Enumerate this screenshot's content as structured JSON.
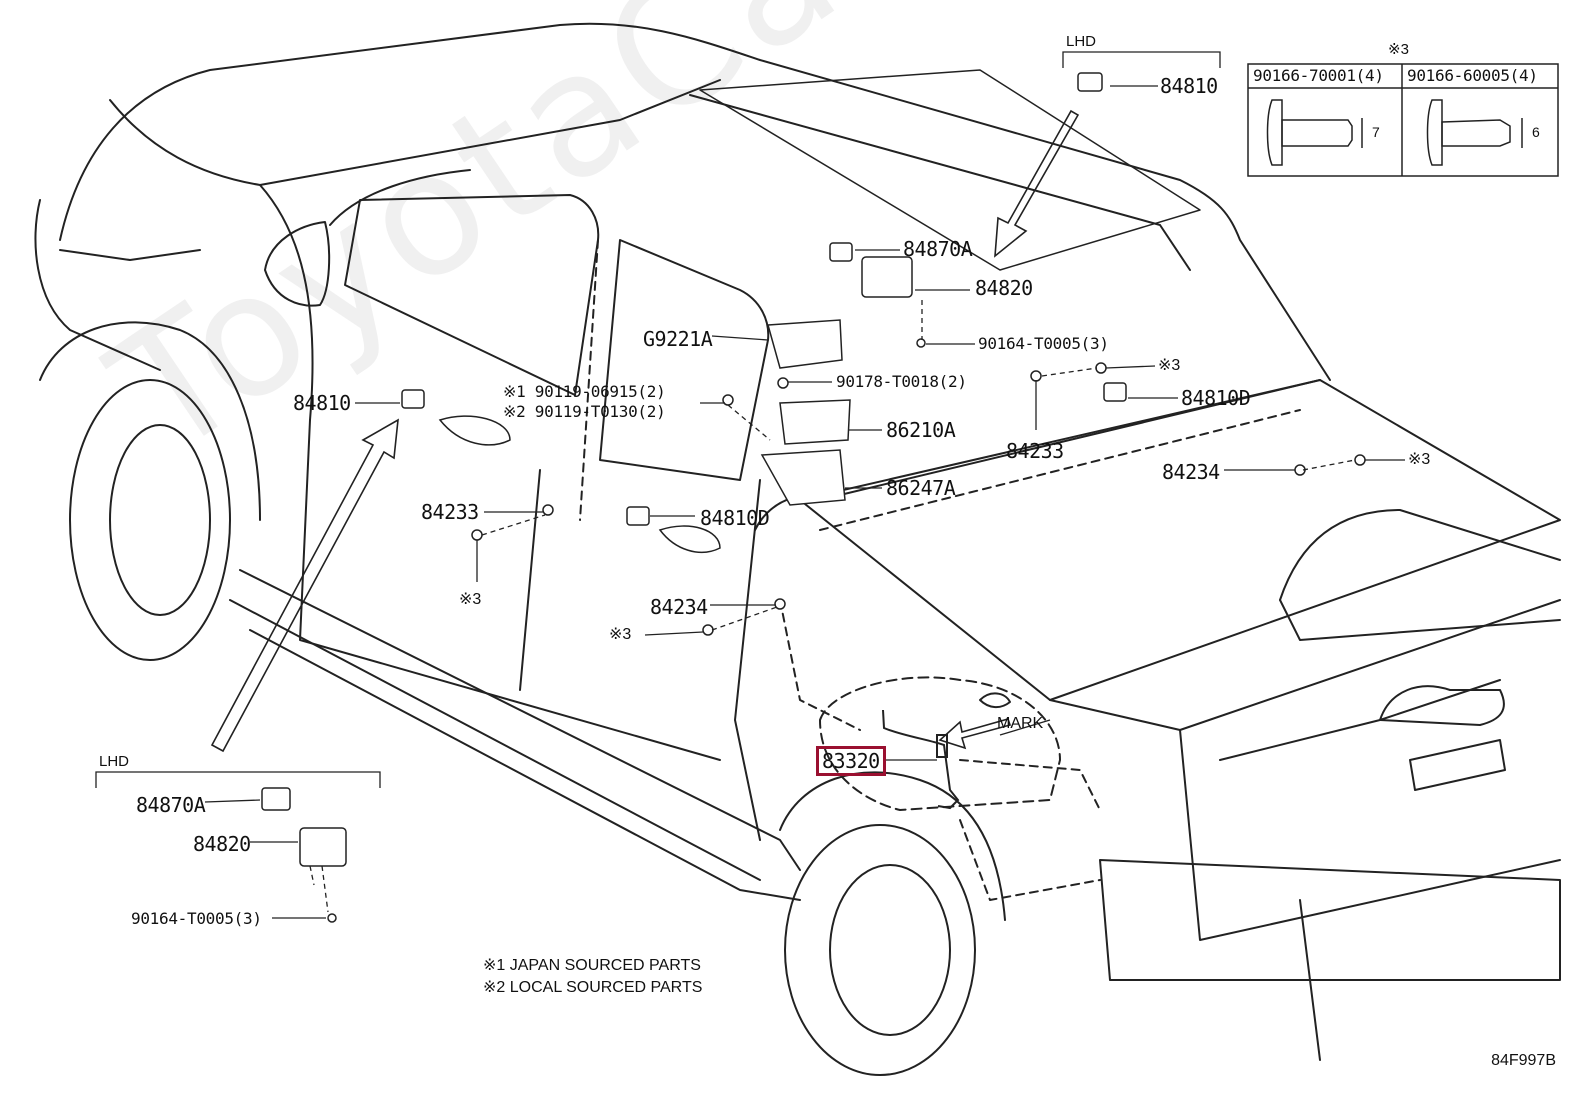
{
  "watermark": "ToyotaCarline.ru",
  "diagram_code": "84F997B",
  "notes": {
    "japan": "※1 JAPAN SOURCED PARTS",
    "local": "※2 LOCAL SOURCED PARTS"
  },
  "bolt_table": {
    "mark": "※3",
    "col1_header": "90166-70001(4)",
    "col2_header": "90166-60005(4)",
    "col1_dim": "7",
    "col2_dim": "6"
  },
  "lhd_top": "LHD",
  "lhd_bottom": "LHD",
  "mark_label": "MARK",
  "highlight_color": "#9a1030",
  "labels": {
    "p84810_top": "84810",
    "p84870A_top": "84870A",
    "p84820_top": "84820",
    "p90164_top": "90164-T0005(3)",
    "pG9221A": "G9221A",
    "p90178": "90178-T0018(2)",
    "p86210A": "86210A",
    "p86247A": "86247A",
    "pmark3_mid": "※3",
    "p84810D_right": "84810D",
    "p84233_right": "84233",
    "p84234_right": "84234",
    "pmark3_right": "※3",
    "p84810_left": "84810",
    "p90119_a": "※1 90119-06915(2)",
    "p90119_b": "※2 90119-T0130(2)",
    "p84233_left": "84233",
    "pmark3_left": "※3",
    "p84810D_mid": "84810D",
    "p84234_mid": "84234",
    "pmark3_mid2": "※3",
    "p83320": "83320",
    "p84870A_bottom": "84870A",
    "p84820_bottom": "84820",
    "p90164_bottom": "90164-T0005(3)"
  }
}
